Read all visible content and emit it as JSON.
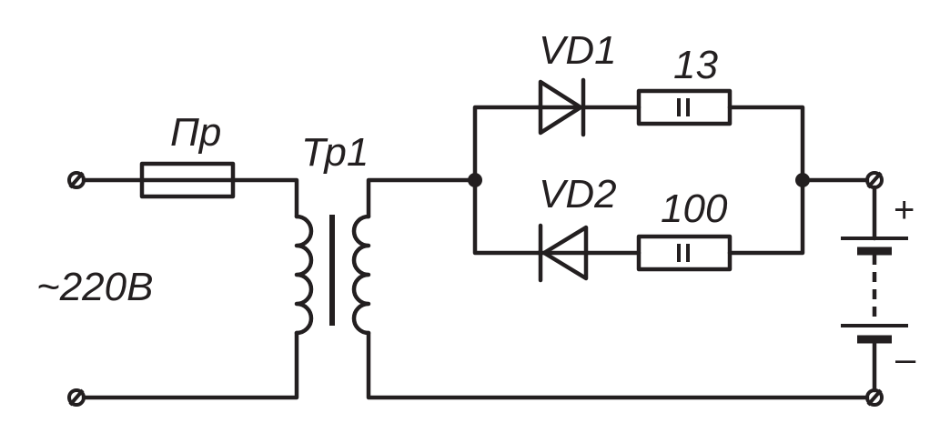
{
  "labels": {
    "fuse": "Пр",
    "transformer": "Тр1",
    "diode_top": "VD1",
    "diode_bottom": "VD2",
    "resistor_top": "13",
    "resistor_bottom": "100",
    "supply": "~220В",
    "plus": "+",
    "minus": "–"
  },
  "colors": {
    "ink": "#231f20",
    "background": "#ffffff"
  }
}
